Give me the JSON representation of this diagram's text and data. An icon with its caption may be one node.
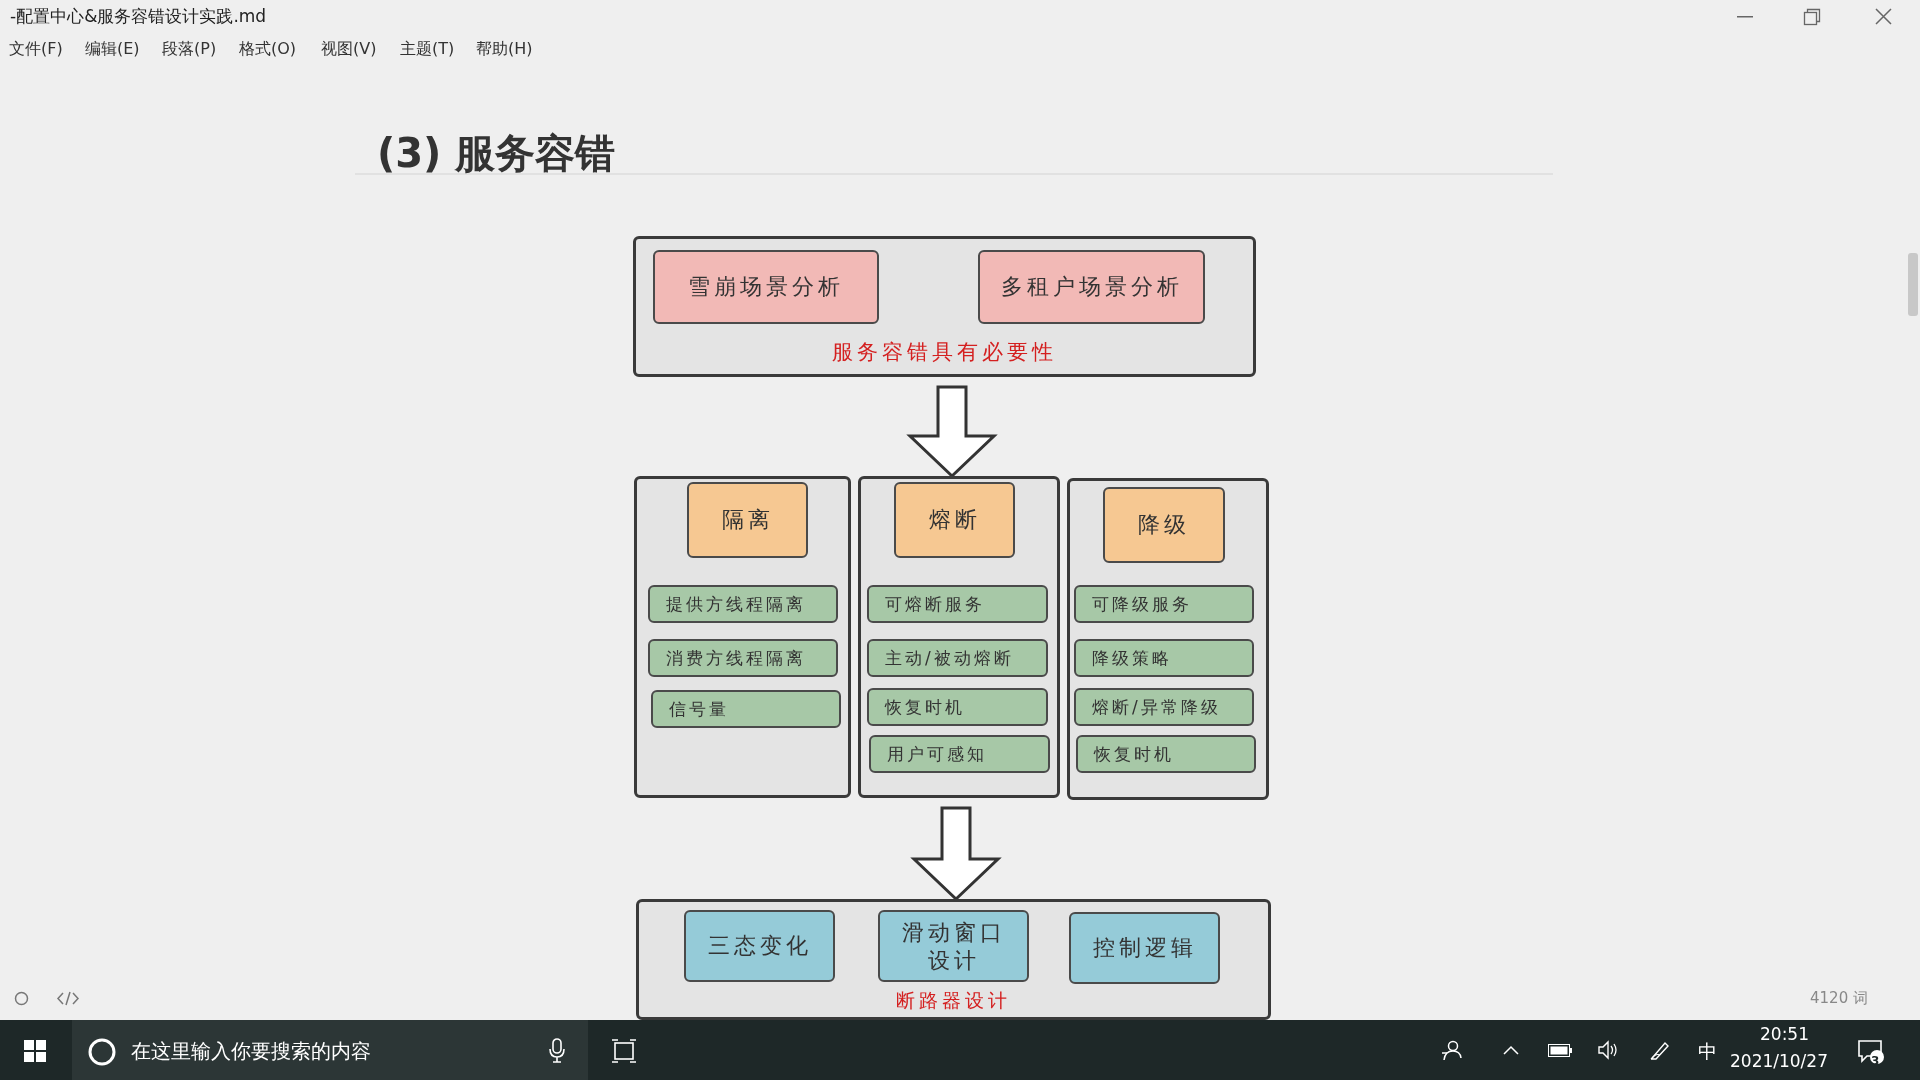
{
  "diagram": {
    "title": "(3) 服务容错",
    "nodes": [
      {
        "text": [
          "服务容错具有必要性"
        ]
      },
      {
        "text": [
          "雪崩场景分析"
        ],
        "in": 0
      },
      {
        "text": [
          "多租户场景分析"
        ],
        "in": 0
      },
      {
        "text": [],
        "shape": "box"
      },
      {
        "text": [
          "隔离"
        ],
        "in": 3
      },
      {
        "text": [
          "提供方线程隔离"
        ],
        "in": 3
      },
      {
        "text": [
          "消费方线程隔离"
        ],
        "in": 3
      },
      {
        "text": [
          "信号量"
        ],
        "in": 3
      },
      {
        "text": [],
        "shape": "box"
      },
      {
        "text": [
          "熔断"
        ],
        "in": 8
      },
      {
        "text": [
          "可熔断服务"
        ],
        "in": 8
      },
      {
        "text": [
          "主动/被动熔断"
        ],
        "in": 8
      },
      {
        "text": [
          "恢复时机"
        ],
        "in": 8
      },
      {
        "text": [
          "用户可感知"
        ],
        "in": 8
      },
      {
        "text": [],
        "shape": "box"
      },
      {
        "text": [
          "降级"
        ],
        "in": 14
      },
      {
        "text": [
          "可降级服务"
        ],
        "in": 14
      },
      {
        "text": [
          "降级策略"
        ],
        "in": 14
      },
      {
        "text": [
          "熔断/异常降级"
        ],
        "in": 14
      },
      {
        "text": [
          "恢复时机"
        ],
        "in": 14
      },
      {
        "text": [
          "断路器设计"
        ]
      },
      {
        "text": [
          "三态变化"
        ],
        "in": 20
      },
      {
        "text": [
          "滑动窗口设计"
        ],
        "in": 20
      },
      {
        "text": [
          "控制逻辑"
        ],
        "in": 20
      }
    ],
    "edges": [
      {
        "from": 0,
        "to": 8,
        "arrow": "to",
        "style": "thick"
      },
      {
        "from": 8,
        "to": 20,
        "arrow": "to",
        "style": "thick"
      }
    ],
    "labels": [
      "-配置中心&服务容错设计实践.md",
      "文件(F)",
      "编辑(E)",
      "段落(P)",
      "格式(O)",
      "视图(V)",
      "主题(T)",
      "帮助(H)",
      "4120 词",
      "在这里输入你要搜索的内容",
      "中",
      "20:51",
      "2021/10/27",
      "3"
    ]
  }
}
